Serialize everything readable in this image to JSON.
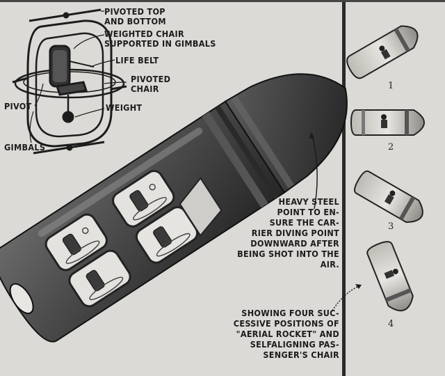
{
  "gimbal_labels": {
    "pivoted_top": "PIVOTED TOP\nAND BOTTOM",
    "weighted_chair": "WEIGHTED CHAIR\nSUPPORTED IN GIMBALS",
    "life_belt": "LIFE BELT",
    "pivoted_chair": "PIVOTED\nCHAIR",
    "pivot": "PIVOT",
    "weight": "WEIGHT",
    "gimbals": "GIMBALS"
  },
  "captions": {
    "steel_point": "HEAVY STEEL\nPOINT TO EN-\nSURE THE CAR-\nRIER DIVING POINT\nDOWNWARD AFTER\nBEING SHOT INTO THE\nAIR.",
    "positions": "SHOWING FOUR SUC-\nCESSIVE POSITIONS OF\n\"AERIAL ROCKET\" AND\nSELFALIGNING PAS-\nSENGER'S CHAIR"
  },
  "positions": [
    "1",
    "2",
    "3",
    "4"
  ],
  "colors": {
    "paper": "#dcdad6",
    "ink": "#1c1c1c",
    "hull": "#3a3a3a",
    "hull_light": "#6a6a6a",
    "divider": "#2a2a2a"
  }
}
